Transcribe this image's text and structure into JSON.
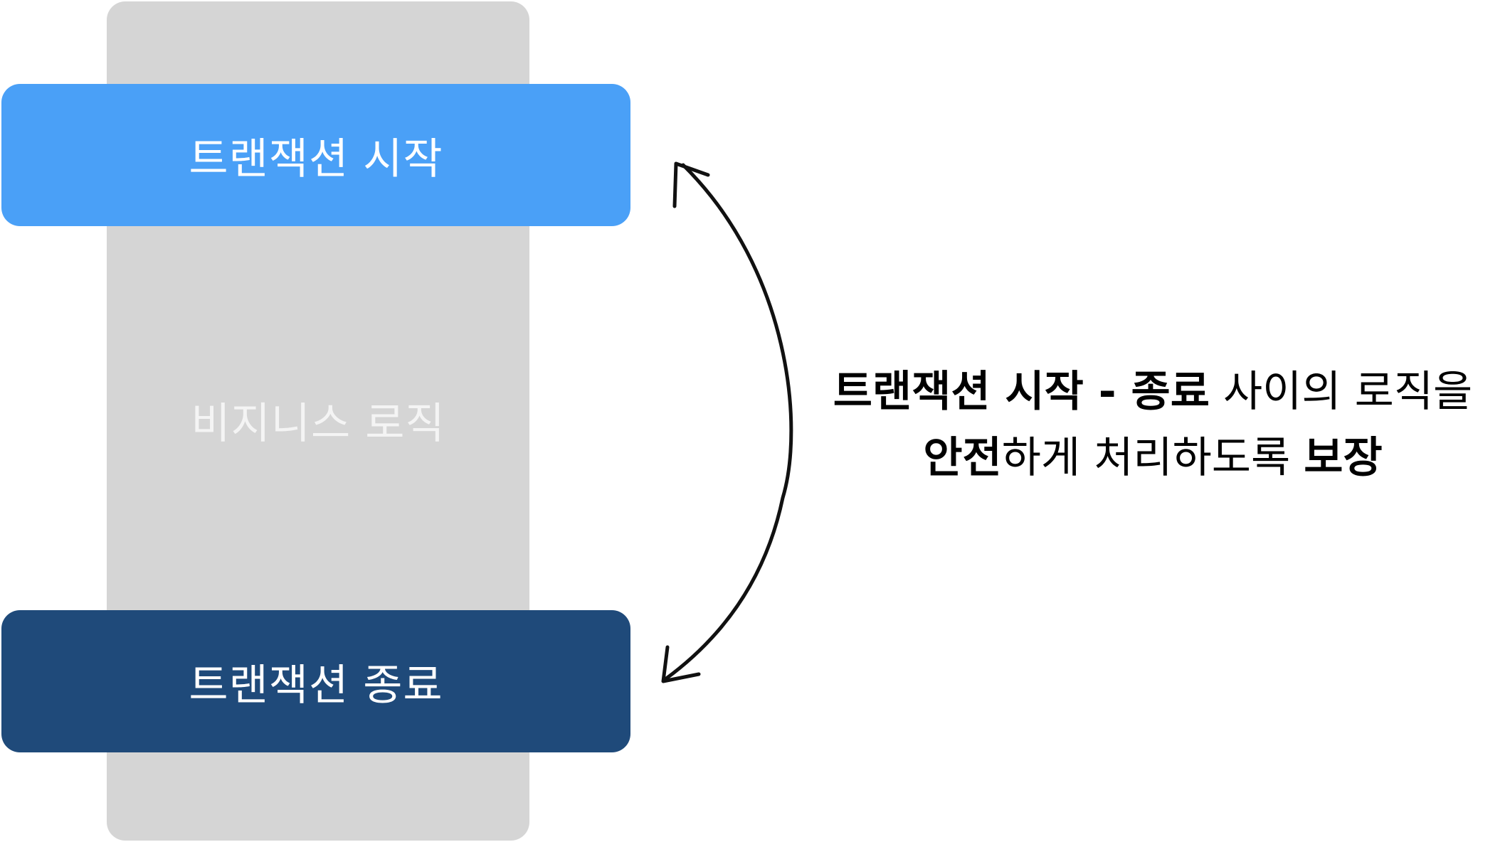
{
  "colors": {
    "column_bg": "#d5d5d5",
    "start_block": "#4aa0f7",
    "end_block": "#1f4a7a",
    "arrow": "#111111"
  },
  "diagram": {
    "start_label": "트랜잭션 시작",
    "middle_label": "비지니스 로직",
    "end_label": "트랜잭션 종료",
    "arrow_icon": "double-headed-curved-arrow-icon"
  },
  "caption": {
    "line1": {
      "bold1": "트랜잭션 시작 - 종료",
      "regular1": " 사이의 로직을"
    },
    "line2": {
      "bold1": "안전",
      "regular1": "하게 처리하도록 ",
      "bold2": "보장"
    }
  }
}
